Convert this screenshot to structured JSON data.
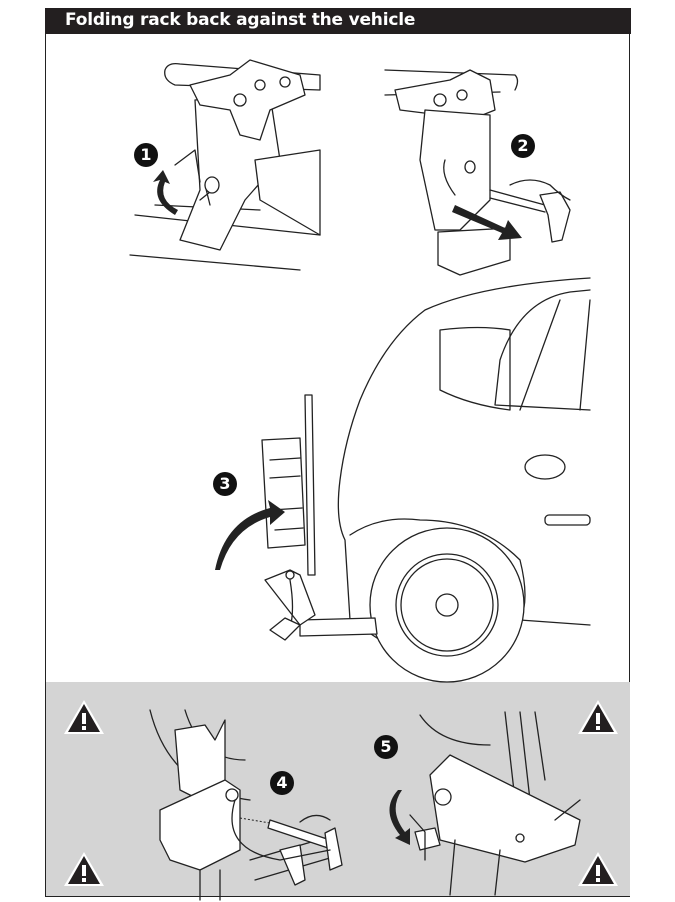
{
  "header": {
    "title": "Folding rack back against the vehicle"
  },
  "steps": [
    "1",
    "2",
    "3",
    "4",
    "5"
  ],
  "warning_icon": "warning-triangle-icon",
  "colors": {
    "header_bg": "#231f20",
    "panel_gray": "#d4d4d4"
  }
}
